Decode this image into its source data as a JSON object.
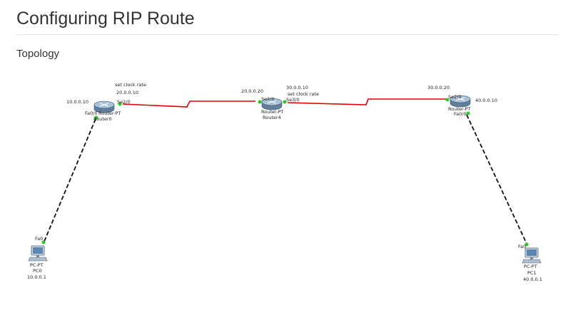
{
  "page": {
    "title": "Configuring RIP Route",
    "section": "Topology"
  },
  "colors": {
    "serial_link": "#e00000",
    "ethernet_link": "#111111",
    "port_up": "#22cc22",
    "router_body": "#8aa8c2"
  },
  "devices": {
    "router0": {
      "type_label": "Router-PT",
      "name_label": "Router0",
      "icon": "router-icon"
    },
    "router4": {
      "type_label": "Router-PT",
      "name_label": "Router4",
      "icon": "router-icon"
    },
    "router_right": {
      "type_label": "Router-PT",
      "icon": "router-icon"
    },
    "pc0": {
      "type_label": "PC-PT",
      "name_label": "PC0",
      "ip_label": "10.0.0.1",
      "icon": "pc-icon"
    },
    "pc1": {
      "type_label": "PC-PT",
      "name_label": "PC1",
      "ip_label": "40.0.0.1",
      "icon": "pc-icon"
    }
  },
  "labels": {
    "r0_clock": "set clock rate",
    "r0_serial_ip": "20.0.0.10",
    "r0_serial_port": "Se2/0",
    "r0_fa_ip": "10.0.0.10",
    "r0_fa_port": "Fa0/0",
    "r4_left_ip": "20.0.0.20",
    "r4_left_port": "Se2/0",
    "r4_right_ip": "30.0.0.10",
    "r4_clock": "set clock rate",
    "r4_right_port": "Se3/0",
    "rr_left_ip": "30.0.0.20",
    "rr_left_port": "Se2/0",
    "rr_fa_ip": "40.0.0.10",
    "rr_fa_port": "Fa0/0",
    "pc0_port": "Fa0",
    "pc1_port": "Fa0"
  }
}
